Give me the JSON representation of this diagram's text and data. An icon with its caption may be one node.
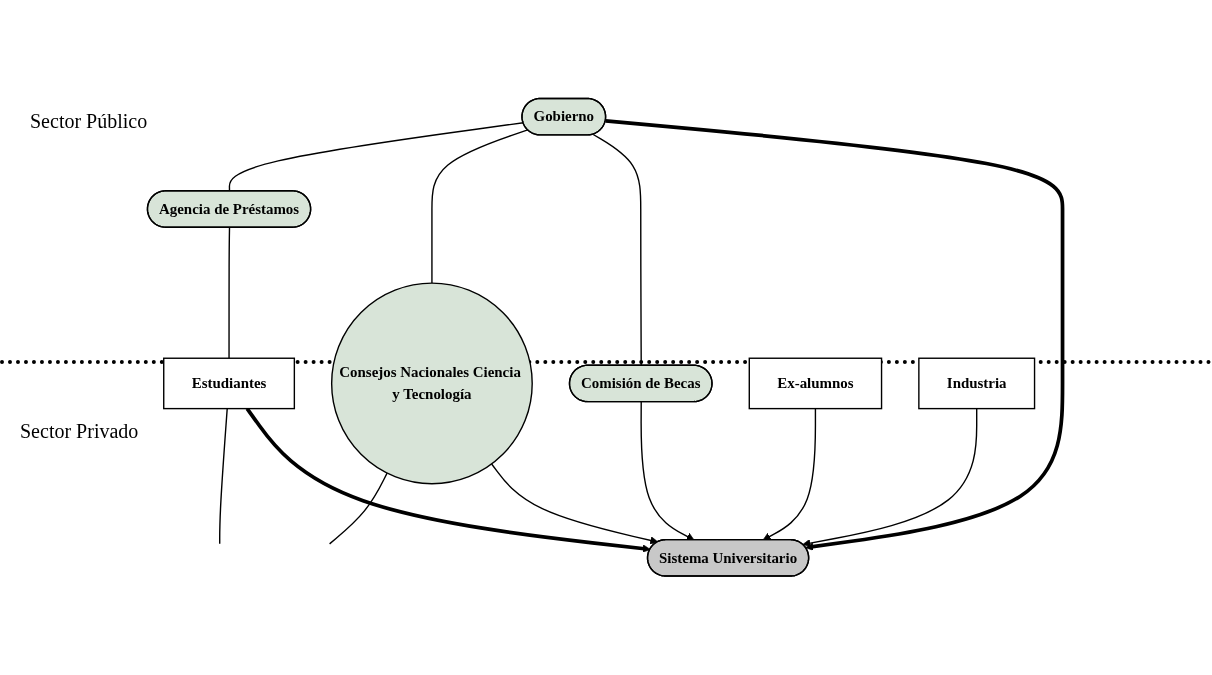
{
  "diagram": {
    "nodes": [
      {
        "text": [
          "Gobierno"
        ]
      },
      {
        "text": [
          "Comisión de Becas"
        ]
      },
      {
        "text": [
          "Consejos Nacionales Ciencia y Tecnología"
        ]
      },
      {
        "text": [
          "Agencia de Préstamos"
        ]
      },
      {
        "text": [
          "Sistema Universitario"
        ]
      },
      {
        "text": [
          "Estudiantes"
        ]
      },
      {
        "text": [
          "Ex-alumnos"
        ]
      },
      {
        "text": [
          "Industria"
        ]
      }
    ],
    "edges": [
      {
        "from": 0,
        "to": 4,
        "arrow": "to",
        "style": "thick"
      },
      {
        "from": 1,
        "to": 4,
        "arrow": "to"
      },
      {
        "from": 2,
        "to": 4,
        "arrow": "to"
      },
      {
        "from": 5,
        "to": 4,
        "arrow": "to",
        "style": "thick"
      },
      {
        "from": 6,
        "to": 4,
        "arrow": "to"
      },
      {
        "from": 7,
        "to": 4,
        "arrow": "to"
      },
      {
        "from": 0,
        "to": 1,
        "arrow": "none"
      },
      {
        "from": 0,
        "to": 2,
        "arrow": "none"
      },
      {
        "from": 0,
        "to": 3,
        "arrow": "none"
      },
      {
        "from": 3,
        "to": 5,
        "arrow": "none"
      },
      {
        "from": 5,
        "to": null,
        "arrow": "none"
      },
      {
        "from": 2,
        "to": null,
        "arrow": "none"
      }
    ],
    "labels": [
      "Sector Público",
      "Sector Privado"
    ]
  }
}
